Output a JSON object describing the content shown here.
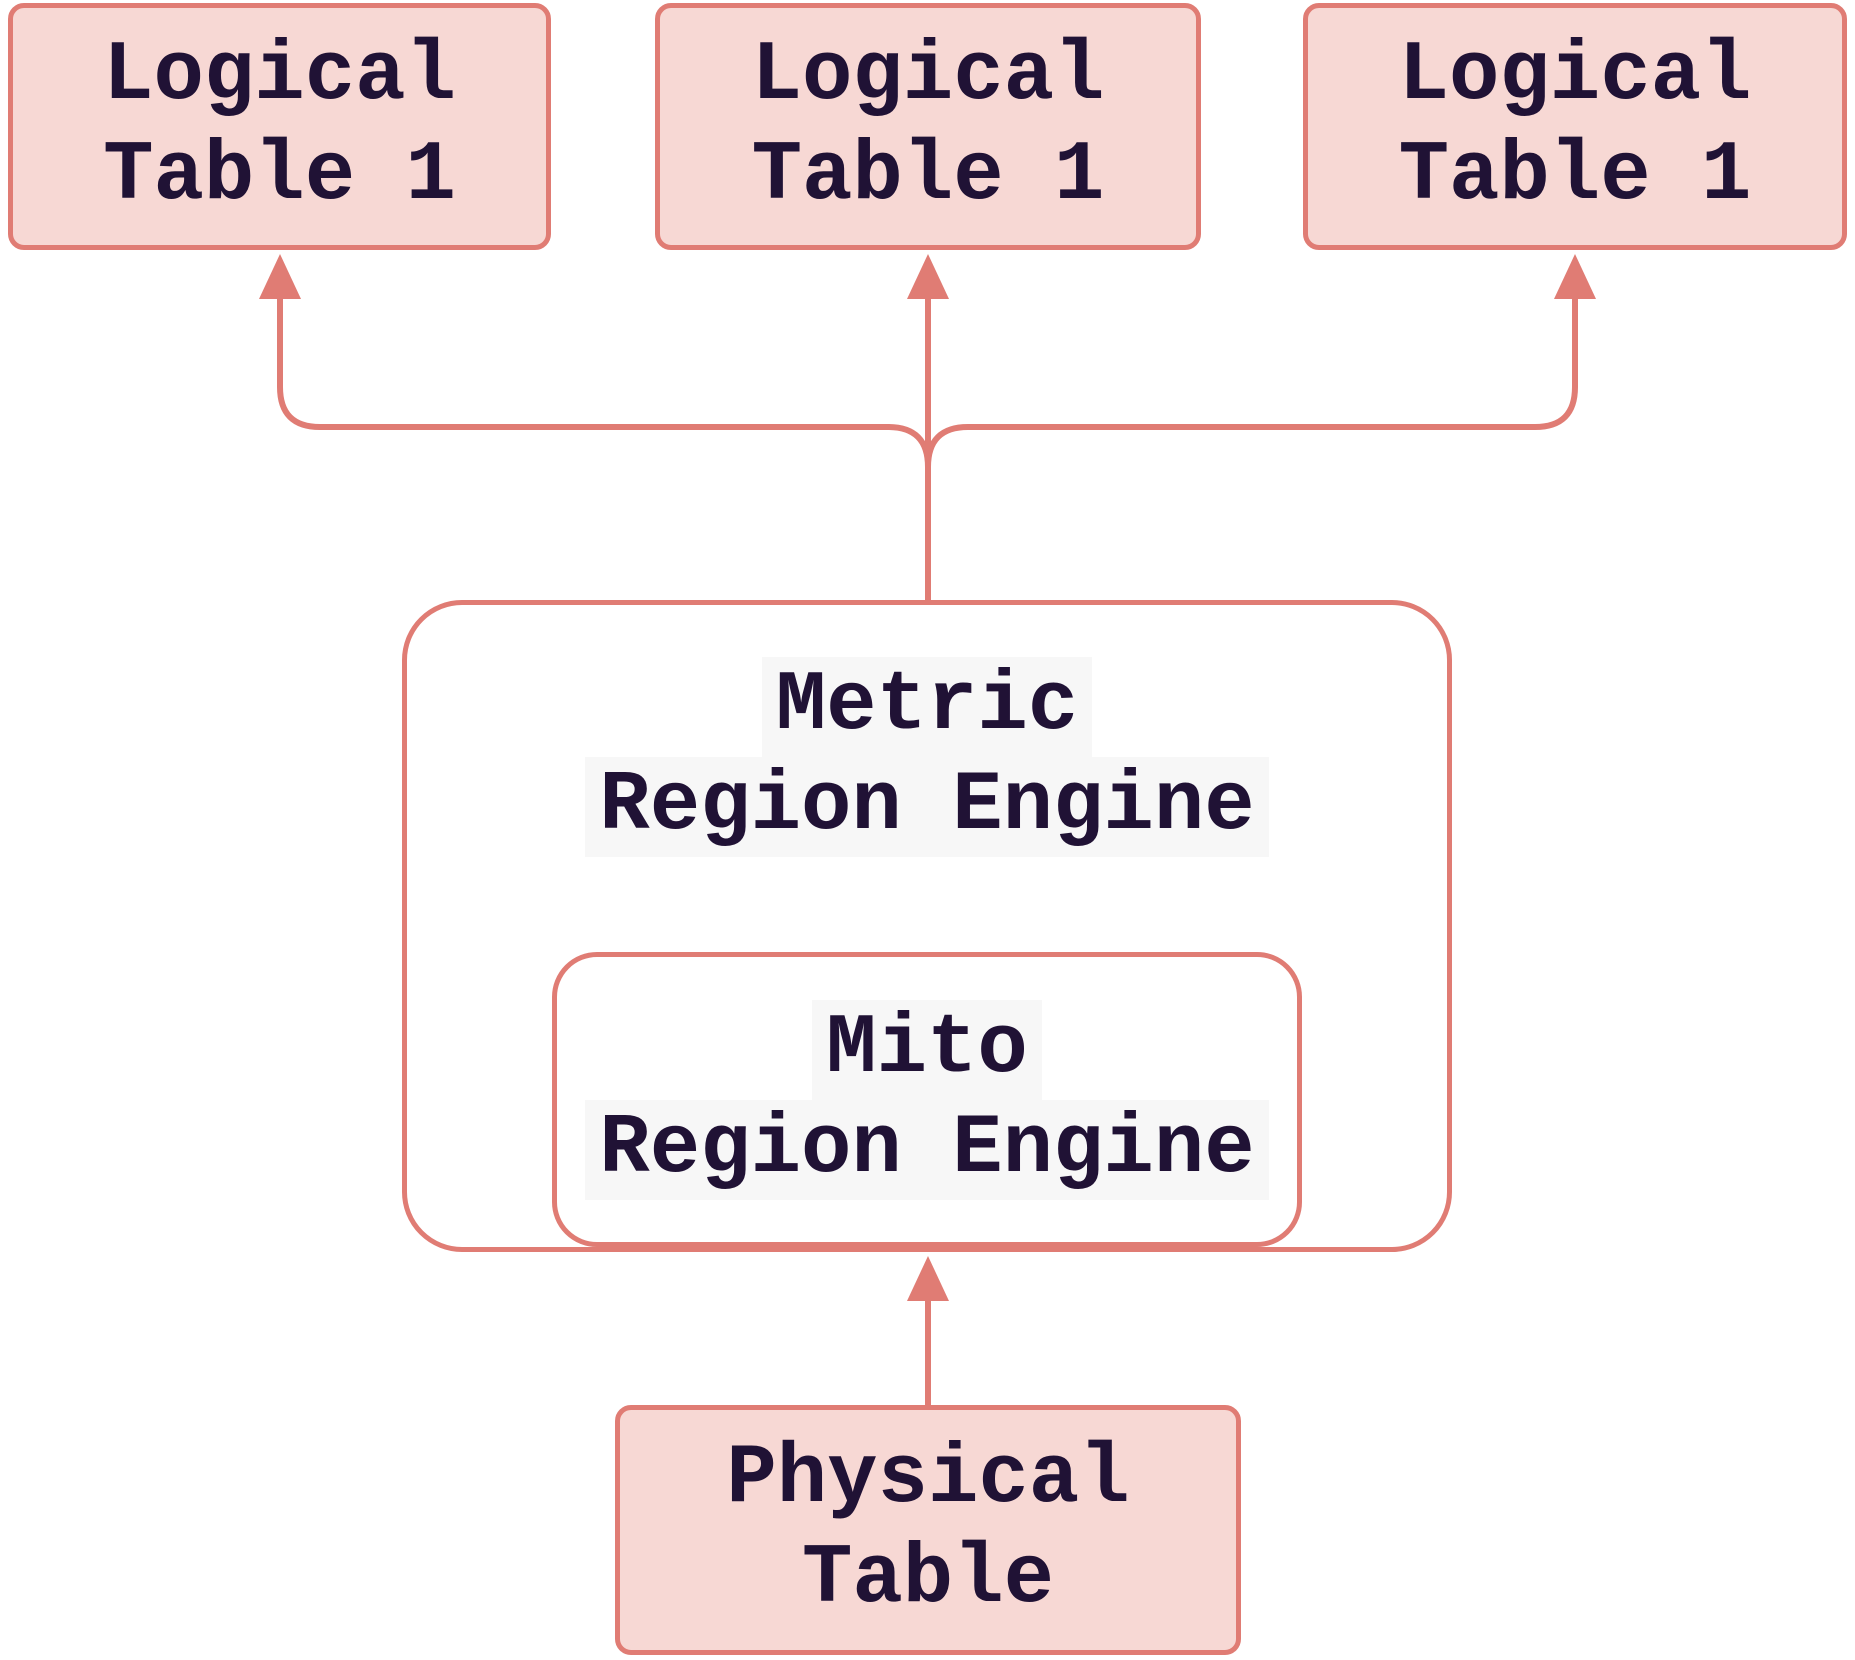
{
  "diagram": {
    "type": "flowchart",
    "background": "#ffffff",
    "colors": {
      "node_fill": "#f7d8d4",
      "node_border": "#e07c74",
      "engine_fill": "#ffffff",
      "arrow": "#e07c74",
      "text": "#201235",
      "label_bg": "#f7f7f7"
    },
    "nodes": {
      "logical_table_left": {
        "line1": "Logical",
        "line2": "Table 1"
      },
      "logical_table_center": {
        "line1": "Logical",
        "line2": "Table 1"
      },
      "logical_table_right": {
        "line1": "Logical",
        "line2": "Table 1"
      },
      "metric_region_engine": {
        "line1": "Metric",
        "line2": "Region Engine"
      },
      "mito_region_engine": {
        "line1": "Mito",
        "line2": "Region Engine"
      },
      "physical_table": {
        "line1": "Physical",
        "line2": "Table"
      }
    },
    "edges": [
      {
        "from": "Metric Region Engine",
        "to": "Logical Table 1 (left)",
        "direction": "up"
      },
      {
        "from": "Metric Region Engine",
        "to": "Logical Table 1 (center)",
        "direction": "up"
      },
      {
        "from": "Metric Region Engine",
        "to": "Logical Table 1 (right)",
        "direction": "up"
      },
      {
        "from": "Physical Table",
        "to": "Mito Region Engine",
        "direction": "up"
      }
    ]
  }
}
